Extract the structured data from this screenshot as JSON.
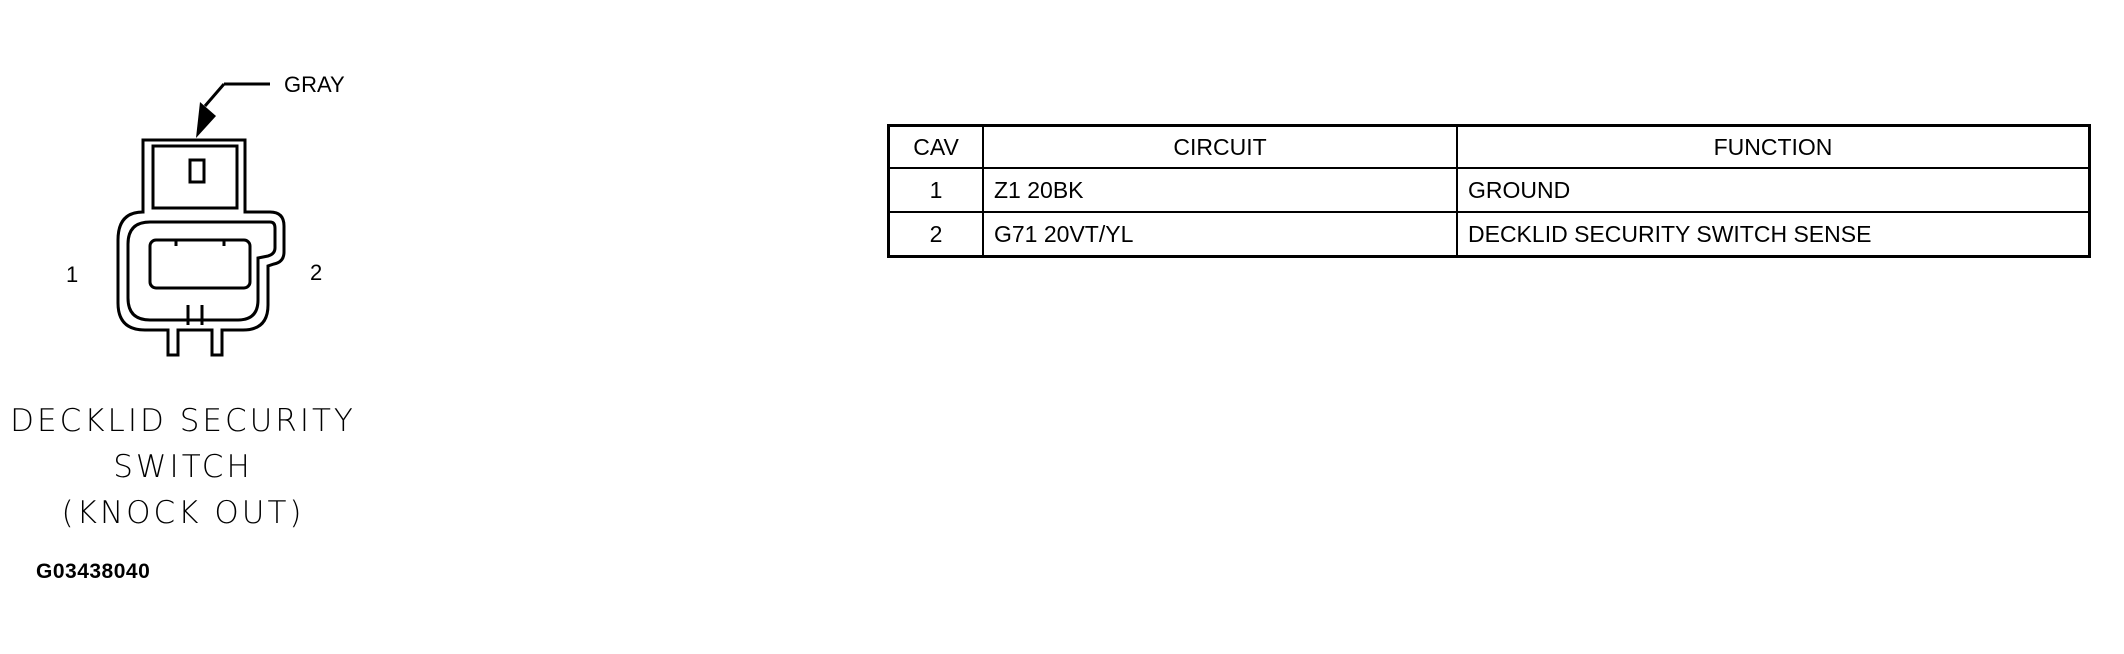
{
  "connector": {
    "color_label": "GRAY",
    "pin_labels": [
      "1",
      "2"
    ],
    "title_lines": [
      "DECKLID SECURITY",
      "SWITCH",
      "(KNOCK OUT)"
    ],
    "figure_id": "G03438040"
  },
  "pin_table": {
    "headers": {
      "cav": "CAV",
      "circuit": "CIRCUIT",
      "function": "FUNCTION"
    },
    "rows": [
      {
        "cav": "1",
        "circuit": "Z1 20BK",
        "function": "GROUND"
      },
      {
        "cav": "2",
        "circuit": "G71 20VT/YL",
        "function": "DECKLID SECURITY SWITCH SENSE"
      }
    ]
  }
}
